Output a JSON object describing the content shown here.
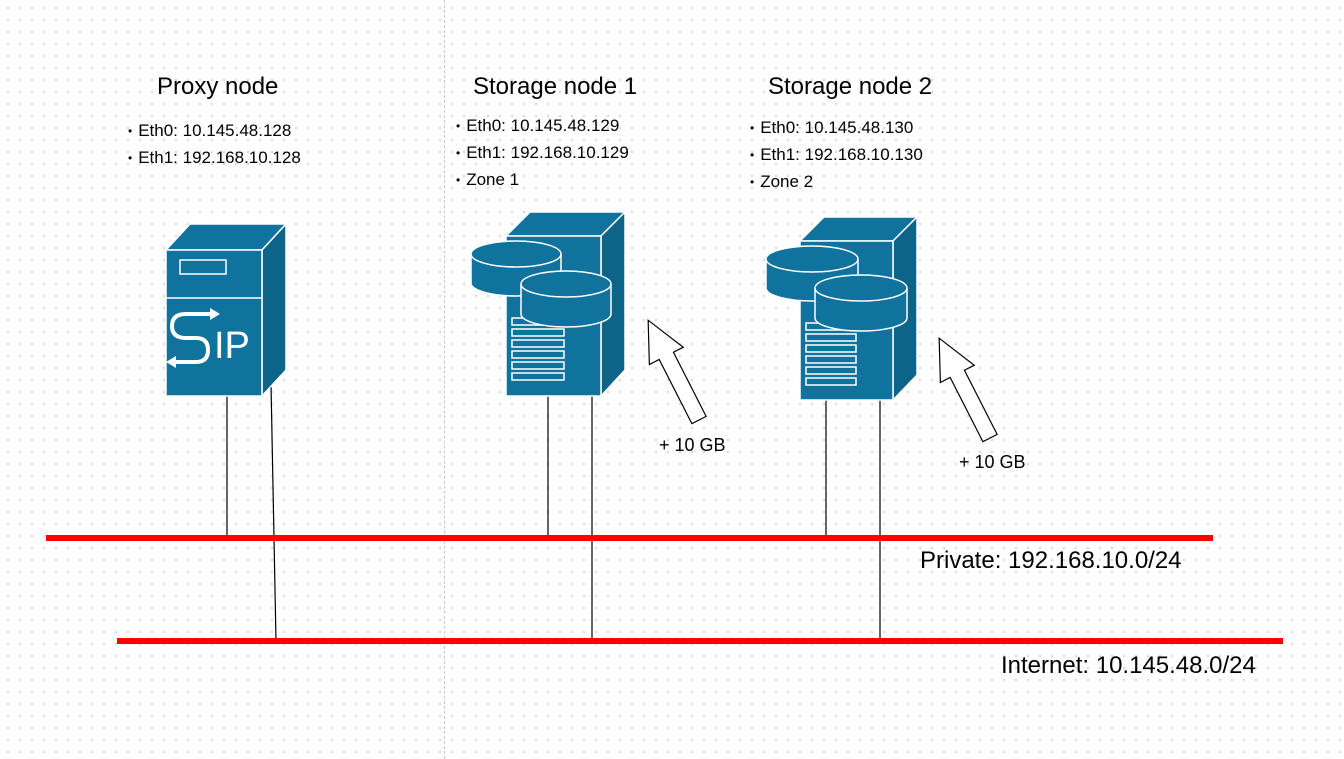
{
  "nodes": [
    {
      "title": "Proxy node",
      "info": [
        "Eth0: 10.145.48.128",
        "Eth1: 192.168.10.128"
      ],
      "icon": "sip-server-icon",
      "icon_text": "IP"
    },
    {
      "title": "Storage node 1",
      "info": [
        "Eth0: 10.145.48.129",
        "Eth1: 192.168.10.129",
        "Zone 1"
      ],
      "icon": "storage-server-icon",
      "growth": "+ 10 GB"
    },
    {
      "title": "Storage node 2",
      "info": [
        "Eth0: 10.145.48.130",
        "Eth1: 192.168.10.130",
        "Zone 2"
      ],
      "icon": "storage-server-icon",
      "growth": "+ 10 GB"
    }
  ],
  "networks": {
    "private": {
      "label": "Private: 192.168.10.0/24",
      "color": "#ff0000"
    },
    "internet": {
      "label": "Internet: 10.145.48.0/24",
      "color": "#ff0000"
    }
  },
  "colors": {
    "server_front": "#10739e",
    "server_side": "#0d6489",
    "outline": "#ffffff",
    "link": "#000000"
  }
}
